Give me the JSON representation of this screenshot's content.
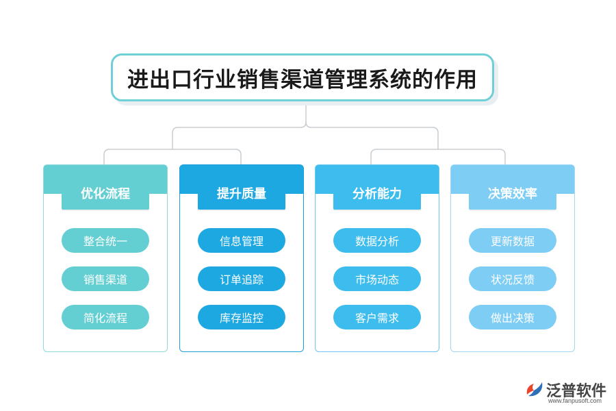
{
  "title": "进出口行业销售渠道管理系统的作用",
  "cards": [
    {
      "title": "优化流程",
      "items": [
        "整合统一",
        "销售渠道",
        "简化流程"
      ]
    },
    {
      "title": "提升质量",
      "items": [
        "信息管理",
        "订单追踪",
        "库存监控"
      ]
    },
    {
      "title": "分析能力",
      "items": [
        "数据分析",
        "市场动态",
        "客户需求"
      ]
    },
    {
      "title": "决策效率",
      "items": [
        "更新数据",
        "状况反馈",
        "做出决策"
      ]
    }
  ],
  "logo": {
    "text": "泛普软件",
    "url": "www.fanpusoft.com"
  },
  "colors": {
    "card1": "#63cfd3",
    "card2": "#1ea8e2",
    "card3": "#3dbcee",
    "card4": "#7dcdf5",
    "title_border": "#6fcfd6",
    "connector": "#c8cdd2"
  }
}
